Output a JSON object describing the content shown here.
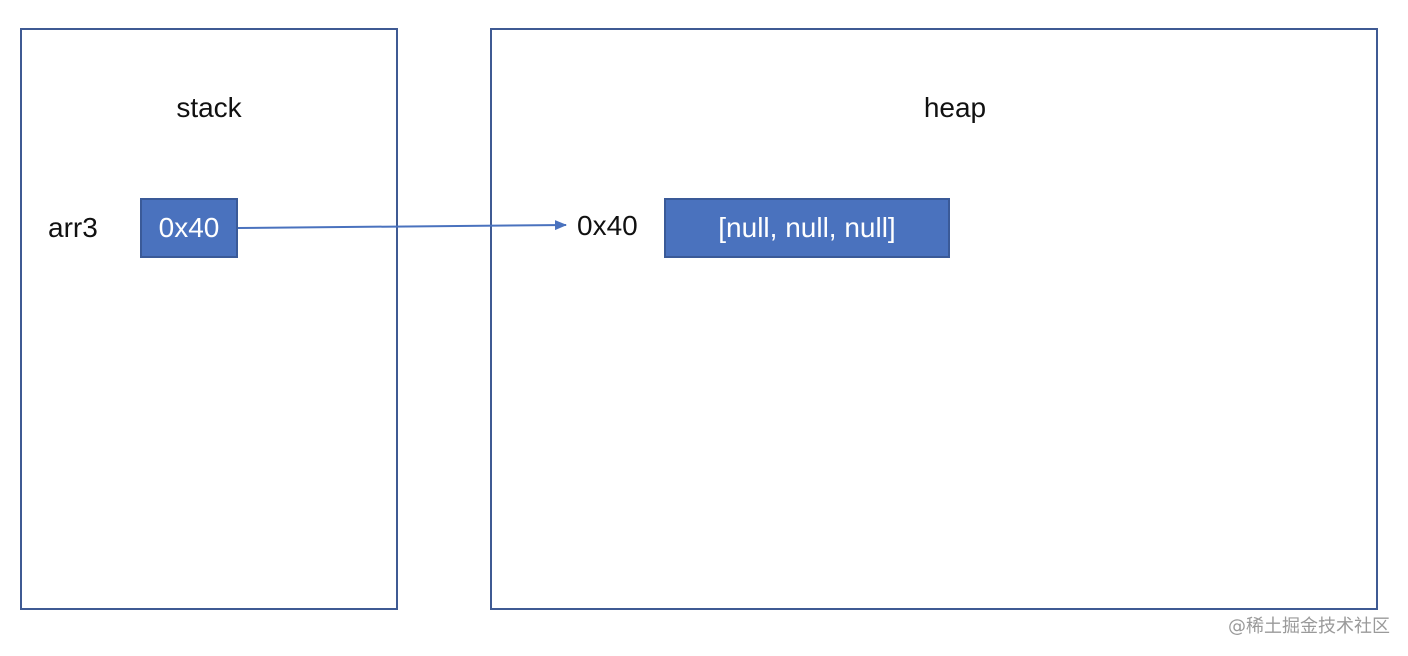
{
  "stack": {
    "title": "stack",
    "variable_name": "arr3",
    "cell_value": "0x40"
  },
  "heap": {
    "title": "heap",
    "address_label": "0x40",
    "cell_value": "[null, null, null]"
  },
  "watermark": "@稀土掘金技术社区",
  "colors": {
    "panel_border": "#3f5a93",
    "cell_fill": "#4a72be",
    "arrow": "#4a72be"
  }
}
